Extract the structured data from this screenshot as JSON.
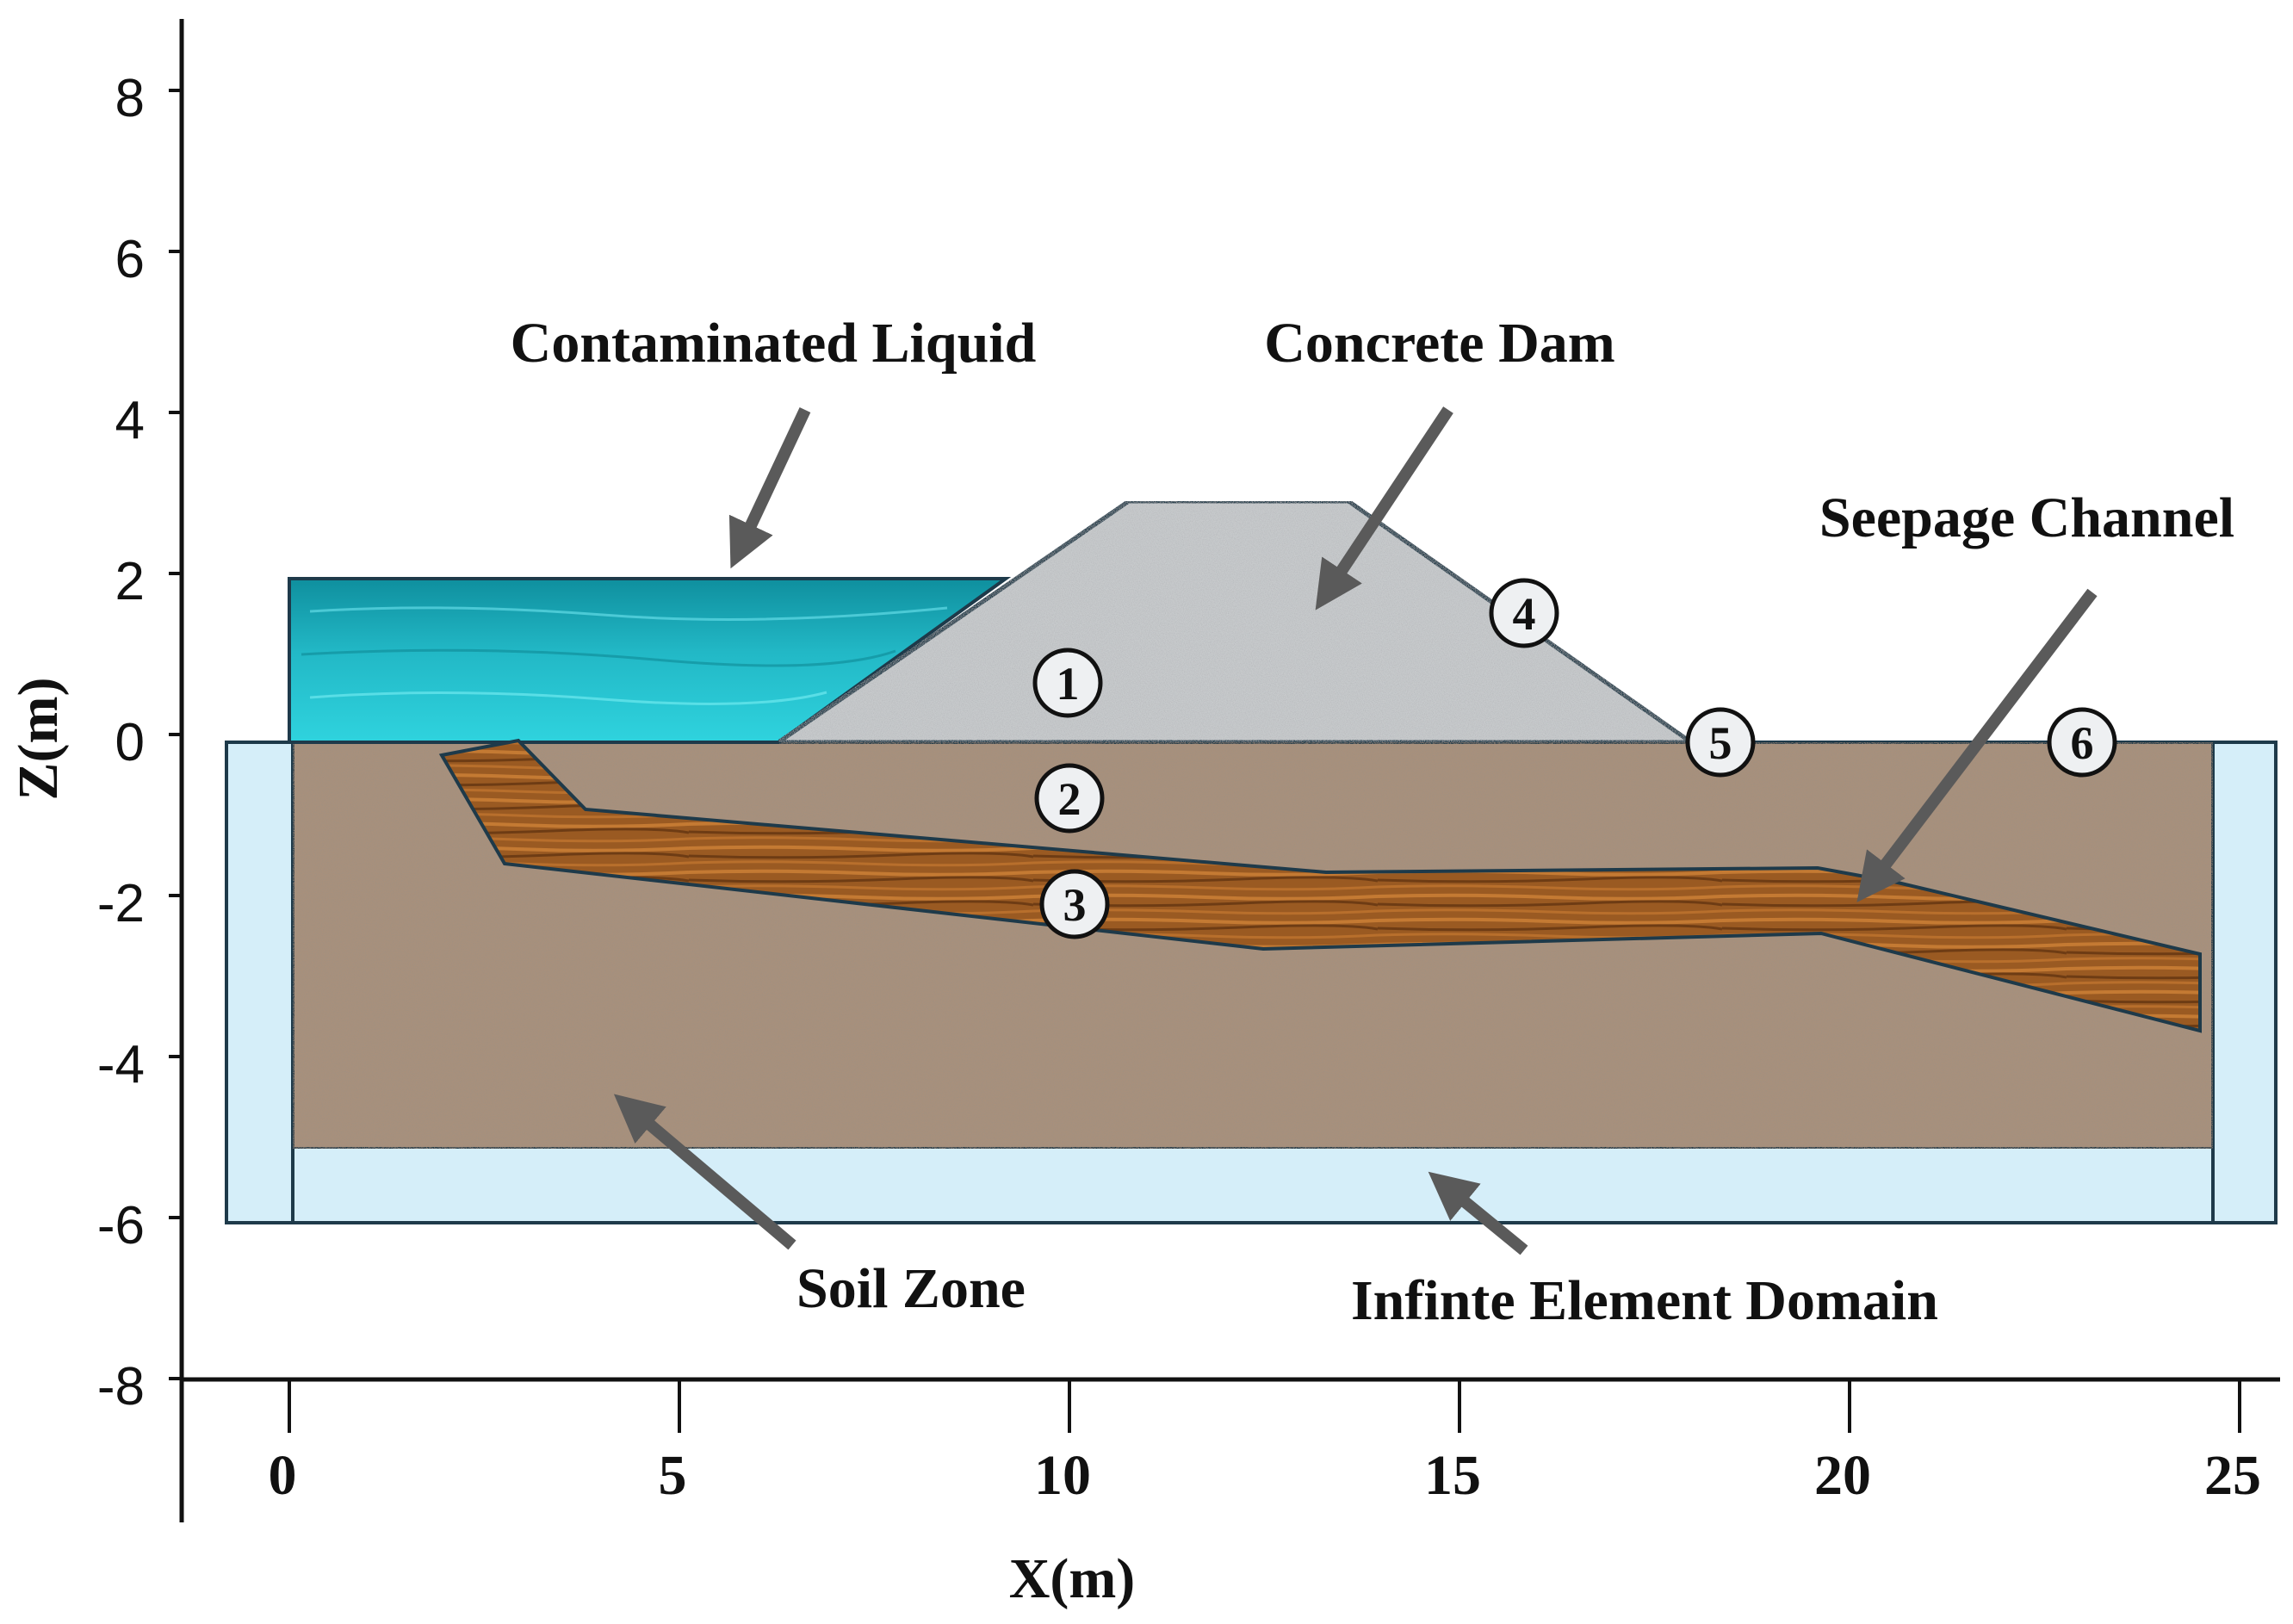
{
  "axes": {
    "x_title": "X(m)",
    "z_title": "Z(m)",
    "x_ticks": [
      "0",
      "5",
      "10",
      "15",
      "20",
      "25"
    ],
    "z_ticks": [
      "8",
      "6",
      "4",
      "2",
      "0",
      "-2",
      "-4",
      "-6",
      "-8"
    ]
  },
  "labels": {
    "contaminated_liquid": "Contaminated Liquid",
    "concrete_dam": "Concrete Dam",
    "seepage_channel": "Seepage Channel",
    "soil_zone": "Soil Zone",
    "infinite_element_domain": "Infinte Element Domain"
  },
  "markers": [
    "1",
    "2",
    "3",
    "4",
    "5",
    "6"
  ],
  "colors": {
    "liquid": "#1fb5c4",
    "concrete": "#c7cacc",
    "soil": "#a8907c",
    "channel": "#9a5a22",
    "infinite_domain": "#d5eef9",
    "outline": "#1e3a4a",
    "arrow": "#5a5a5a"
  }
}
